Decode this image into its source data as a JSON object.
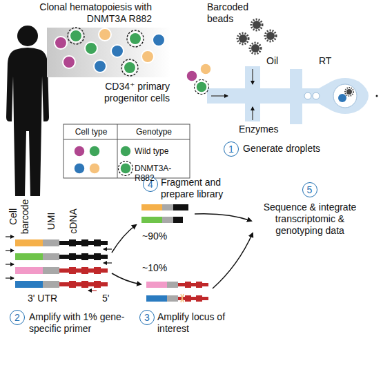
{
  "diagram": {
    "nodes": [
      {
        "text": [
          "1",
          "Generate droplets"
        ]
      },
      {
        "text": [
          "2",
          "Amplify with 1% gene-specific primer"
        ]
      },
      {
        "text": [
          "3",
          "Amplify locus of interest"
        ]
      },
      {
        "text": [
          "4",
          "Fragment and prepare library"
        ]
      },
      {
        "text": [
          "5",
          "Sequence & integrate transcriptomic & genotyping data"
        ]
      }
    ],
    "labels": [
      "Clonal hematopoiesis with DNMT3A R882",
      "CD34⁺ primary progenitor cells",
      "Cell type",
      "Genotype",
      "Wild type",
      "DNMT3A-R882",
      "Barcoded beads",
      "Oil",
      "RT",
      "Enzymes",
      "Cell barcode",
      "UMI",
      "cDNA",
      "3' UTR",
      "5'",
      "~90%",
      "~10%"
    ]
  }
}
